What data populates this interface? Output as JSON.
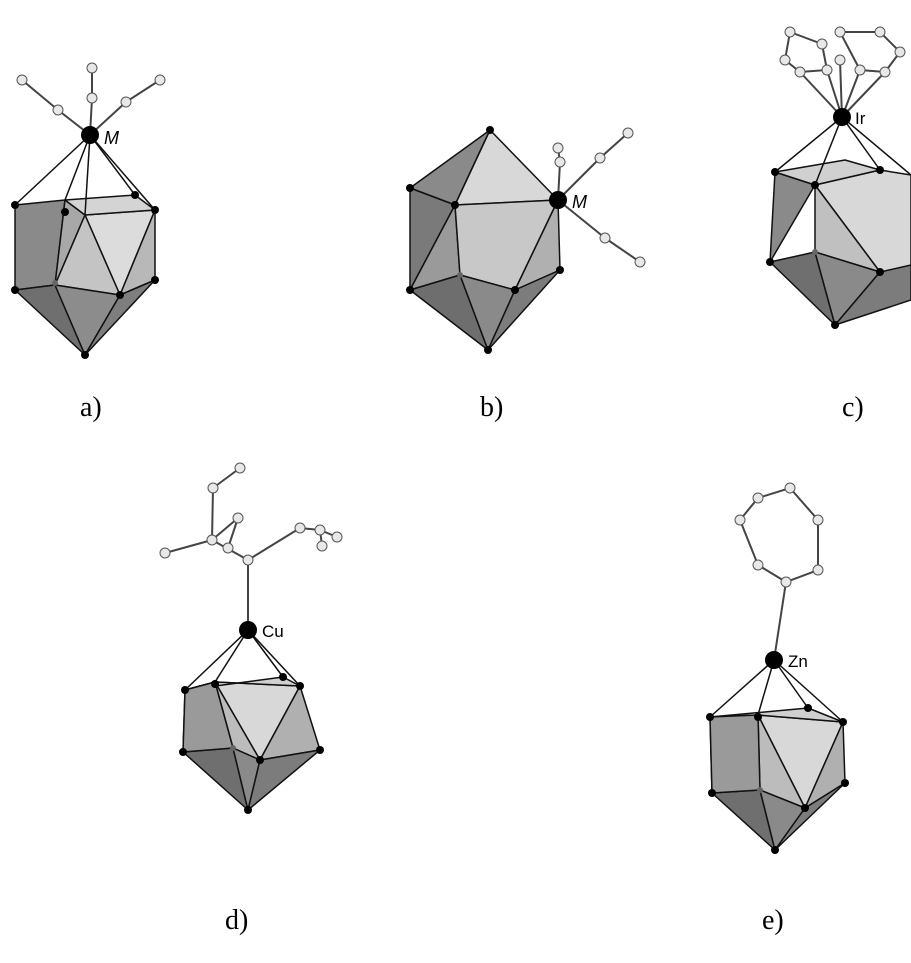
{
  "panels": [
    {
      "id": "a",
      "label": "a)",
      "metal": "M"
    },
    {
      "id": "b",
      "label": "b)",
      "metal": "M"
    },
    {
      "id": "c",
      "label": "c)",
      "metal": "Ir"
    },
    {
      "id": "d",
      "label": "d)",
      "metal": "Cu"
    },
    {
      "id": "e",
      "label": "e)",
      "metal": "Zn"
    }
  ],
  "colors": {
    "face_dark": "#7a7a7a",
    "face_mid": "#9a9a9a",
    "face_light": "#cfcfcf",
    "face_lightest": "#e6e6e6",
    "edge": "#111111",
    "vertex": "#000000",
    "ligand_atom": "#e8e8e8",
    "ligand_edge": "#444444",
    "metal": "#000000"
  },
  "icons": {
    "cluster": "icosahedral-cluster-icon",
    "metal": "metal-atom-icon",
    "ligand": "ligand-atom-icon"
  }
}
